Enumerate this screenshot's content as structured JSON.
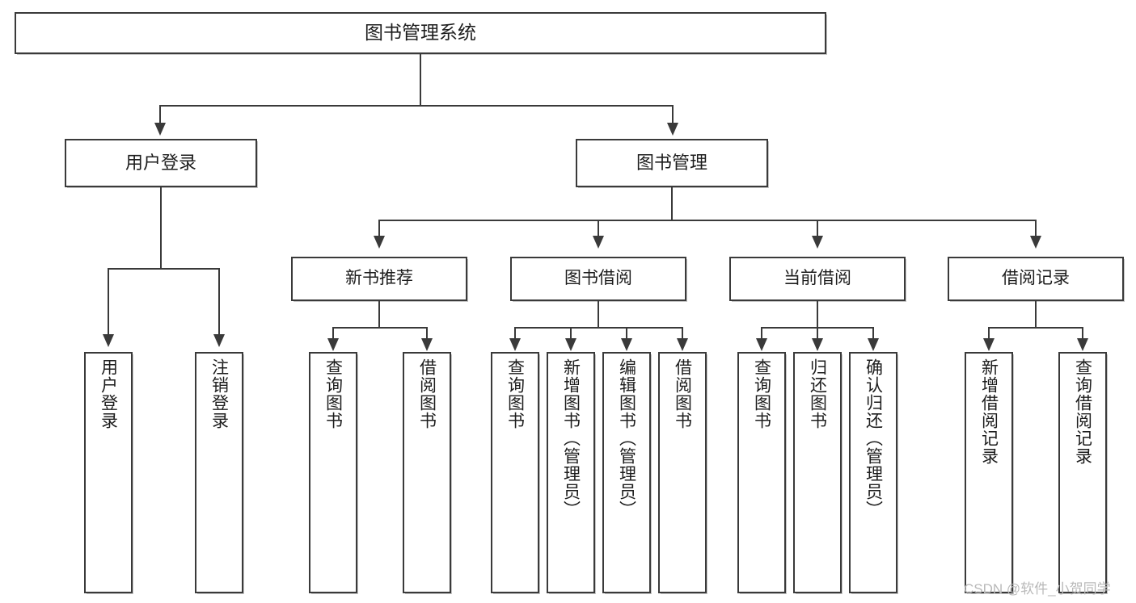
{
  "diagram": {
    "title": "图书管理系统",
    "type": "tree-hierarchy-diagram",
    "colors": {
      "background": "#ffffff",
      "box_border": "#3a3a3a",
      "box_fill": "#ffffff",
      "connector": "#3a3a3a",
      "text": "#1d1d1d",
      "watermark": "#b9b9b9"
    }
  },
  "root": {
    "label": "图书管理系统"
  },
  "level1": [
    {
      "label": "用户登录"
    },
    {
      "label": "图书管理"
    }
  ],
  "level2": [
    {
      "label": "新书推荐"
    },
    {
      "label": "图书借阅"
    },
    {
      "label": "当前借阅"
    },
    {
      "label": "借阅记录"
    }
  ],
  "leaves": {
    "user_login": [
      {
        "label": "用户登录"
      },
      {
        "label": "注销登录"
      }
    ],
    "new_book_recommend": [
      {
        "label": "查询图书"
      },
      {
        "label": "借阅图书"
      }
    ],
    "book_borrow": [
      {
        "label": "查询图书"
      },
      {
        "label": "新增图书（管理员）"
      },
      {
        "label": "编辑图书（管理员）"
      },
      {
        "label": "借阅图书"
      }
    ],
    "current_borrow": [
      {
        "label": "查询图书"
      },
      {
        "label": "归还图书"
      },
      {
        "label": "确认归还（管理员）"
      }
    ],
    "borrow_record": [
      {
        "label": "新增借阅记录"
      },
      {
        "label": "查询借阅记录"
      }
    ]
  },
  "watermark": {
    "text": "CSDN @软件_小贺同学"
  }
}
